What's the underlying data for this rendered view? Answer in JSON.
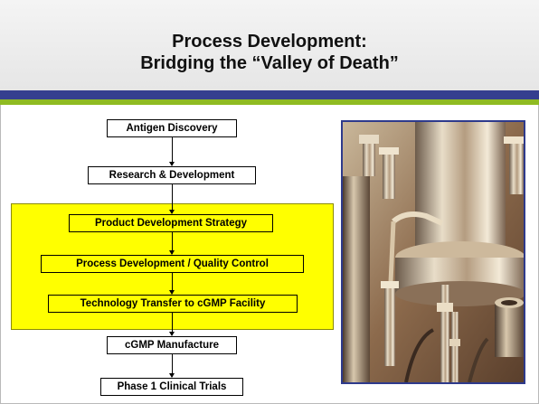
{
  "title": {
    "line1": "Process Development:",
    "line2": "Bridging the “Valley of Death”"
  },
  "colors": {
    "band_blue": "#353f8f",
    "band_green": "#8fbb22",
    "highlight": "#ffff00",
    "photo_border": "#2e3a8c"
  },
  "flow": {
    "steps": [
      "Antigen Discovery",
      "Research & Development",
      "Product Development Strategy",
      "Process Development / Quality Control",
      "Technology Transfer to cGMP Facility",
      "cGMP Manufacture",
      "Phase 1 Clinical Trials"
    ]
  },
  "photo": {
    "subject": "stainless-steel-bioreactor-photo"
  }
}
